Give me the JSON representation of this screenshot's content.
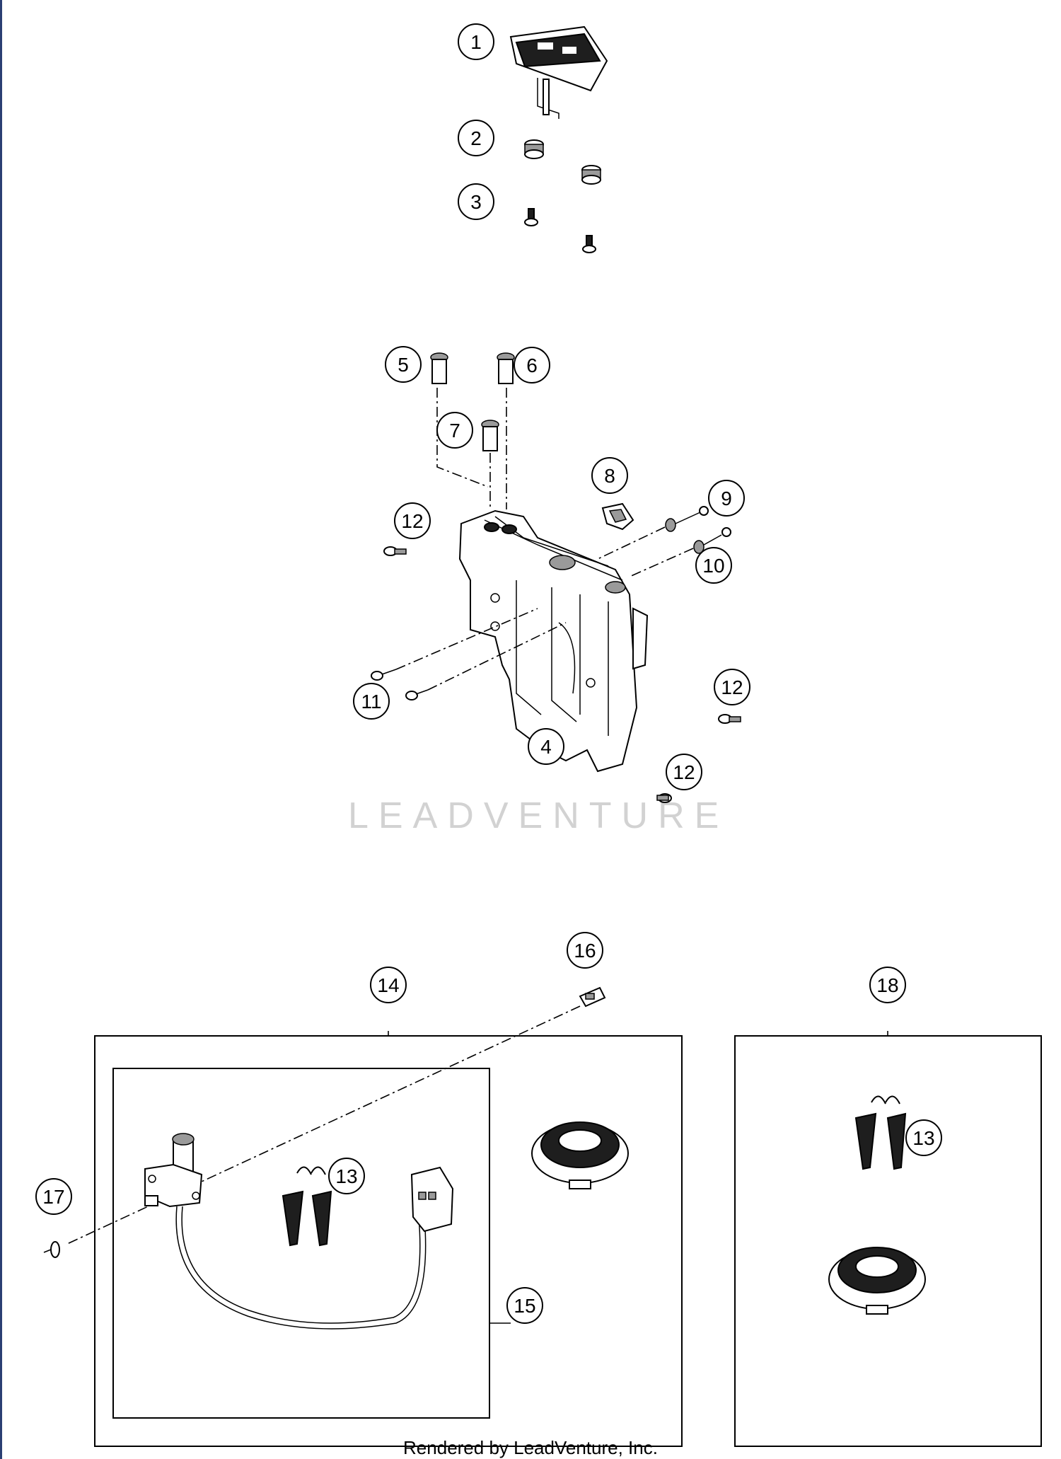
{
  "callouts": {
    "c1": "1",
    "c2": "2",
    "c3": "3",
    "c4": "4",
    "c5": "5",
    "c6": "6",
    "c7": "7",
    "c8": "8",
    "c9": "9",
    "c10": "10",
    "c11": "11",
    "c12a": "12",
    "c12b": "12",
    "c12c": "12",
    "c13a": "13",
    "c13b": "13",
    "c14": "14",
    "c15": "15",
    "c16": "16",
    "c17": "17",
    "c18": "18"
  },
  "watermark": "LEADVENTURE",
  "footer": "Rendered by LeadVenture, Inc.",
  "colors": {
    "line": "#000000",
    "watermark": "#d2d2d2",
    "left_bar": "#2b3f73"
  }
}
